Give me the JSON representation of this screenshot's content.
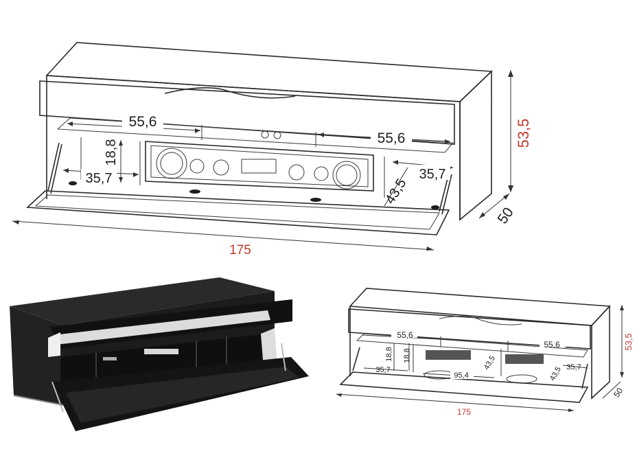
{
  "large_drawing": {
    "width_label": "175",
    "height_label": "53,5",
    "depth_label": "50",
    "shelf_left_width": "55,6",
    "shelf_right_width": "55,6",
    "compartment_height": "18,8",
    "left_inner_width": "35,7",
    "right_inner_width": "35,7",
    "right_inner_depth": "43,5"
  },
  "small_drawing": {
    "width_label": "175",
    "height_label": "53,5",
    "depth_label": "50",
    "shelf_left_width": "55,6",
    "shelf_right_width": "55,6",
    "left_height": "18,8",
    "center_left_height": "18,8",
    "left_inner_width": "35,7",
    "center_width": "95,4",
    "center_depth": "43,5",
    "right_depth": "43,5",
    "right_inner_width": "35,7"
  },
  "colors": {
    "outer_dimension_red": "#c0392b",
    "line": "#2a2a2a",
    "cabinet_black": "#1c1c1c"
  }
}
